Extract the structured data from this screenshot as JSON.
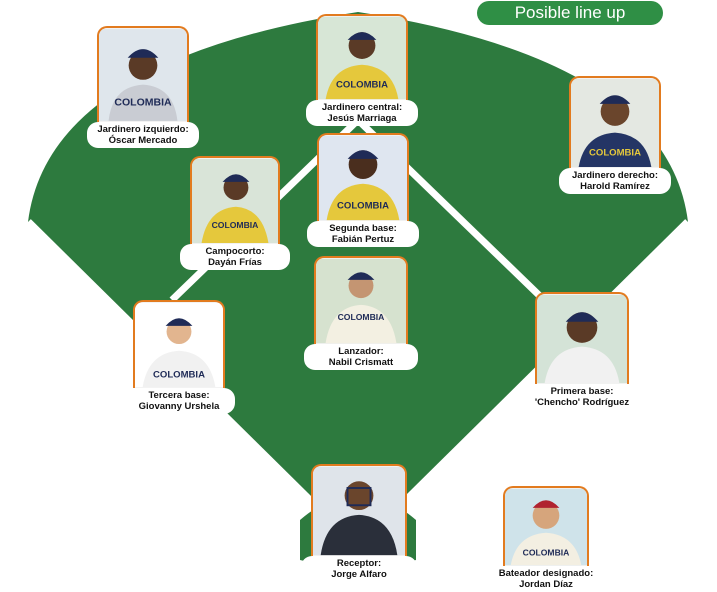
{
  "title": "Posible line up",
  "colors": {
    "field": "#2d7a3e",
    "pill": "#2f8f45",
    "frame": "#e27b1f"
  },
  "players": [
    {
      "position": "Jardinero izquierdo:",
      "name": "Óscar Mercado",
      "jersey": "COLOMBIA"
    },
    {
      "position": "Jardinero central:",
      "name": "Jesús Marriaga",
      "jersey": "COLOMBIA"
    },
    {
      "position": "Jardinero derecho:",
      "name": "Harold Ramírez",
      "jersey": "COLOMBIA"
    },
    {
      "position": "Campocorto:",
      "name": "Dayán Frías",
      "jersey": "COLOMBIA"
    },
    {
      "position": "Segunda base:",
      "name": "Fabián Pertuz",
      "jersey": "COLOMBIA"
    },
    {
      "position": "Lanzador:",
      "name": "Nabil Crismatt",
      "jersey": "COLOMBIA"
    },
    {
      "position": "Tercera base:",
      "name": "Giovanny Urshela",
      "jersey": "COLOMBIA"
    },
    {
      "position": "Primera base:",
      "name": "'Chencho' Rodríguez",
      "jersey": ""
    },
    {
      "position": "Receptor:",
      "name": "Jorge Alfaro",
      "jersey": ""
    },
    {
      "position": "Bateador designado:",
      "name": "Jordan Díaz",
      "jersey": "COLOMBIA"
    }
  ]
}
